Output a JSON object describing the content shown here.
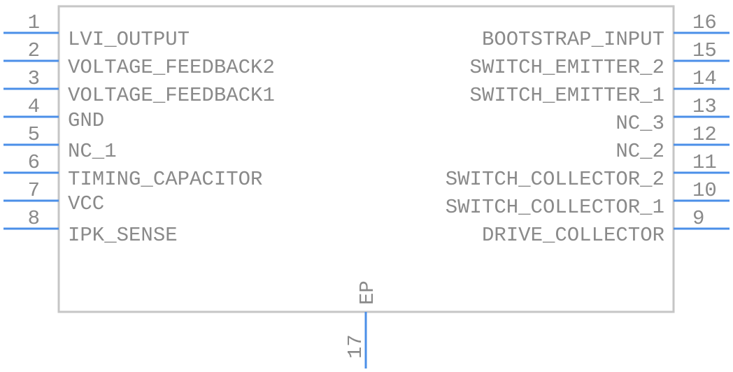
{
  "left_pins": [
    {
      "num": "1",
      "name": "LVI_OUTPUT"
    },
    {
      "num": "2",
      "name": "VOLTAGE_FEEDBACK2"
    },
    {
      "num": "3",
      "name": "VOLTAGE_FEEDBACK1"
    },
    {
      "num": "4",
      "name": "GND"
    },
    {
      "num": "5",
      "name": "NC_1"
    },
    {
      "num": "6",
      "name": "TIMING_CAPACITOR"
    },
    {
      "num": "7",
      "name": "VCC"
    },
    {
      "num": "8",
      "name": "IPK_SENSE"
    }
  ],
  "right_pins": [
    {
      "num": "16",
      "name": "BOOTSTRAP_INPUT"
    },
    {
      "num": "15",
      "name": "SWITCH_EMITTER_2"
    },
    {
      "num": "14",
      "name": "SWITCH_EMITTER_1"
    },
    {
      "num": "13",
      "name": "NC_3"
    },
    {
      "num": "12",
      "name": "NC_2"
    },
    {
      "num": "11",
      "name": "SWITCH_COLLECTOR_2"
    },
    {
      "num": "10",
      "name": "SWITCH_COLLECTOR_1"
    },
    {
      "num": "9",
      "name": "DRIVE_COLLECTOR"
    }
  ],
  "bottom_pin": {
    "num": "17",
    "name": "EP"
  },
  "colors": {
    "pin": "#4b8fe8",
    "outline": "#c6c6c6",
    "text": "#8a8a8a"
  }
}
